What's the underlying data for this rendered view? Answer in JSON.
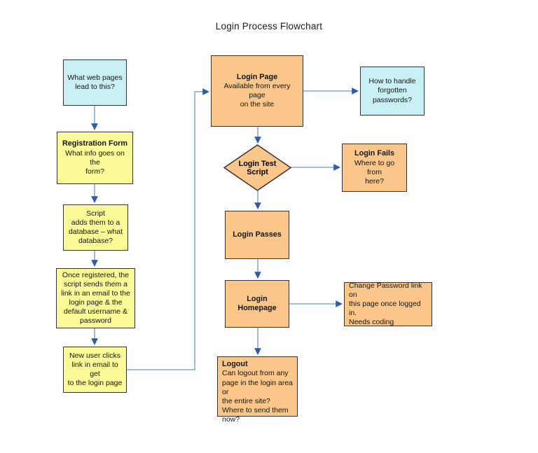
{
  "title": "Login Process Flowchart",
  "colors": {
    "note_yellow": "#FAFA96",
    "highlight_cyan": "#C9F0F4",
    "process_orange": "#FAC689",
    "border": "#333333",
    "connector_line": "#6E96C8",
    "arrowhead": "#2E5BA8"
  },
  "nodes": {
    "what_web_pages": {
      "body": "What web pages\nlead to this?"
    },
    "registration_form": {
      "title": "Registration Form",
      "body": "What info goes on the\nform?"
    },
    "script_database": {
      "body": "Script\nadds them to a\ndatabase – what\ndatabase?"
    },
    "once_registered": {
      "body": "Once registered, the script sends them a link in an email to the login page & the default username & password"
    },
    "new_user_clicks": {
      "body": "New user clicks\nlink in email to get\nto the login page"
    },
    "login_page": {
      "title": "Login Page",
      "body": "Available from every page\non the site"
    },
    "forgotten_passwords": {
      "body": "How to handle\nforgotten\npasswords?"
    },
    "login_test_script": {
      "title": "Login Test\nScript"
    },
    "login_fails": {
      "title": "Login Fails",
      "body": "Where to go from\nhere?"
    },
    "login_passes": {
      "title": "Login Passes"
    },
    "login_homepage": {
      "title": "Login Homepage"
    },
    "change_password": {
      "body": "Change Password link on\nthis page once logged in.\nNeeds coding"
    },
    "logout": {
      "title": "Logout",
      "body": "Can logout from any\npage in the login area or\nthe entire site?\nWhere to send them\nnow?"
    }
  }
}
